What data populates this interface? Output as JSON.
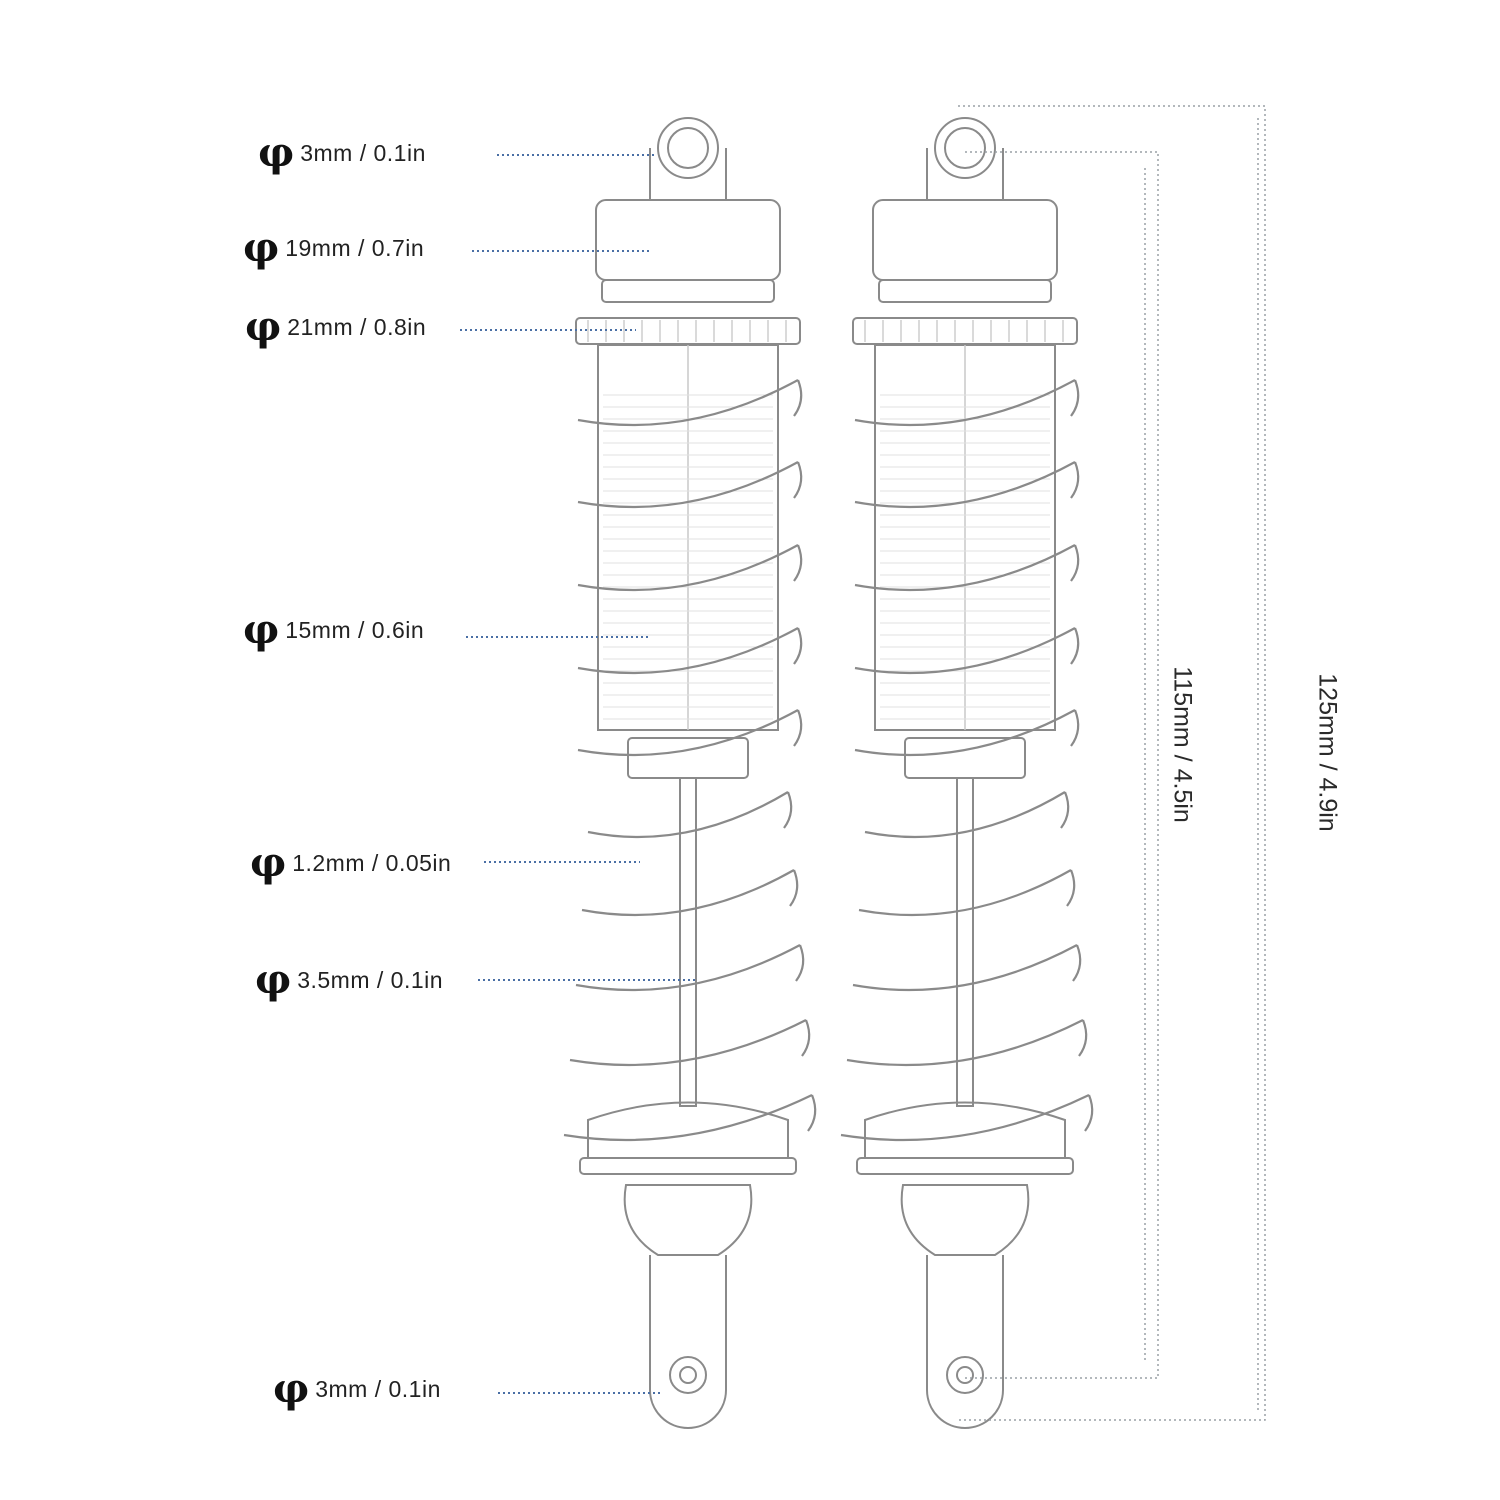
{
  "symbols": {
    "diameter": "φ"
  },
  "diameters": [
    {
      "id": "top-eye",
      "text": "3mm / 0.1in"
    },
    {
      "id": "cap",
      "text": "19mm / 0.7in"
    },
    {
      "id": "collar",
      "text": "21mm / 0.8in"
    },
    {
      "id": "body",
      "text": "15mm / 0.6in"
    },
    {
      "id": "spring-wire",
      "text": "1.2mm / 0.05in"
    },
    {
      "id": "shaft",
      "text": "3.5mm / 0.1in"
    },
    {
      "id": "bottom-eye",
      "text": "3mm / 0.1in"
    }
  ],
  "lengths": [
    {
      "id": "hole-to-hole",
      "text": "115mm / 4.5in"
    },
    {
      "id": "overall",
      "text": "125mm / 4.9in"
    }
  ],
  "colors": {
    "leader": "#4a6fa5",
    "outline": "#8a8a8a",
    "dim_line": "#9aa0a6"
  }
}
